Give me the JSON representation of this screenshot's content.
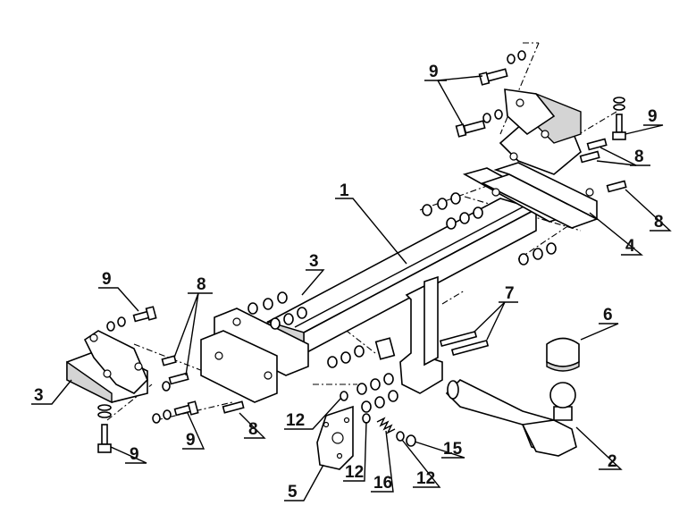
{
  "labels": [
    {
      "text": "1"
    },
    {
      "text": "2"
    },
    {
      "text": "3"
    },
    {
      "text": "3"
    },
    {
      "text": "4"
    },
    {
      "text": "5"
    },
    {
      "text": "6"
    },
    {
      "text": "7"
    },
    {
      "text": "8"
    },
    {
      "text": "8"
    },
    {
      "text": "8"
    },
    {
      "text": "8"
    },
    {
      "text": "9"
    },
    {
      "text": "9"
    },
    {
      "text": "9"
    },
    {
      "text": "9"
    },
    {
      "text": "9"
    },
    {
      "text": "12"
    },
    {
      "text": "12"
    },
    {
      "text": "12"
    },
    {
      "text": "15"
    },
    {
      "text": "16"
    }
  ]
}
